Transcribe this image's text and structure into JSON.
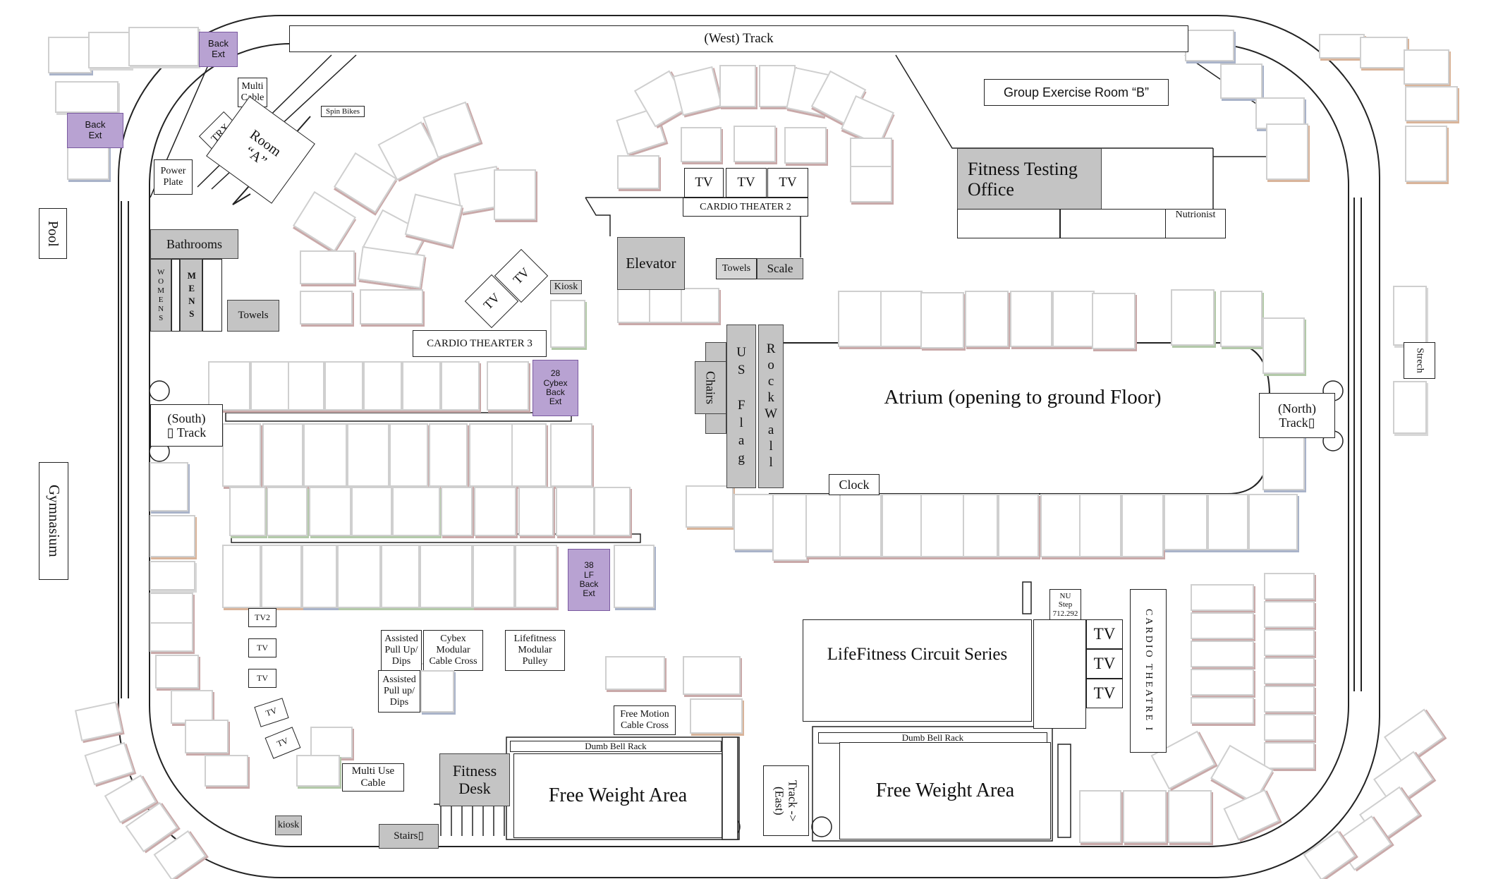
{
  "labels": {
    "west_track": "(West) Track",
    "group_exercise_b": "Group Exercise Room “B”",
    "fitness_testing": "Fitness Testing\nOffice",
    "nutrionist": "Nutrionist",
    "back_ext_1": "Back\nExt",
    "back_ext_2": "Back\nExt",
    "multi_cable": "Multi\nCable",
    "spin_bikes": "Spin Bikes",
    "trx": "TRX",
    "room_a": "Room\n“A”",
    "power_plate": "Power\nPlate",
    "pool": "Pool",
    "bathrooms": "Bathrooms",
    "womens": "WOMENS",
    "mens": "MENS",
    "towels_1": "Towels",
    "tv": "TV",
    "cardio_theater_2": "CARDIO THEATER  2",
    "elevator": "Elevator",
    "towels_2": "Towels",
    "scale": "Scale",
    "kiosk_1": "Kiosk",
    "cardio_thearter_3": "CARDIO THEARTER  3",
    "cybex_back_ext": "28\nCybex\nBack\nExt",
    "south_track": "(South)\n▯  Track",
    "chairs": "Chairs",
    "us_flag": "US Flag",
    "rock_wall": "RockWall",
    "atrium": "Atrium (opening to ground Floor)",
    "north_track": "(North)\nTrack▯",
    "stretch": "Strech",
    "clock": "Clock",
    "gymnasium": "Gymnasium",
    "lf_back_ext": "38\nLF\nBack\nExt",
    "tv2": "TV2",
    "assisted_pull_1": "Assisted\nPull Up/\nDips",
    "cybex_modular": "Cybex\nModular\nCable Cross",
    "lifefitness_modular": "Lifefitness\nModular\nPulley",
    "assisted_pull_2": "Assisted\nPull up/\nDips",
    "free_motion": "Free Motion\nCable Cross",
    "nu_step": "NU\nStep\n712.292",
    "lifefitness_circuit": "LifeFitness Circuit Series",
    "cardio_theatre_1": "CARDIO THEATRE I",
    "dumb_bell_rack_1": "Dumb Bell Rack",
    "dumb_bell_rack_2": "Dumb Bell Rack",
    "fitness_desk": "Fitness\nDesk",
    "free_weight_1": "Free Weight Area",
    "free_weight_2": "Free Weight Area",
    "track_east": "Track ->\n(East)",
    "multi_use_cable": "Multi Use\nCable",
    "kiosk_2": "kiosk",
    "stairs": "Stairs▯"
  },
  "colors": {
    "purple": "#b8a2d2",
    "gray": "#c4c4c4",
    "track_line": "#222222"
  }
}
